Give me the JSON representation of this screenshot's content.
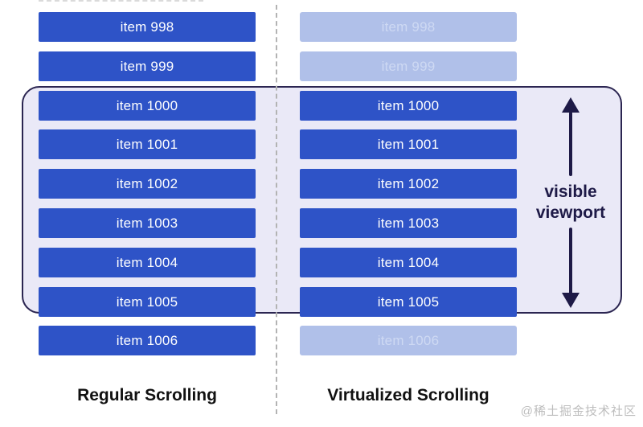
{
  "diagram": {
    "left_column": {
      "title": "Regular Scrolling",
      "items": [
        {
          "label": "item 998",
          "faded": false
        },
        {
          "label": "item 999",
          "faded": false
        },
        {
          "label": "item 1000",
          "faded": false
        },
        {
          "label": "item 1001",
          "faded": false
        },
        {
          "label": "item 1002",
          "faded": false
        },
        {
          "label": "item 1003",
          "faded": false
        },
        {
          "label": "item 1004",
          "faded": false
        },
        {
          "label": "item 1005",
          "faded": false
        },
        {
          "label": "item 1006",
          "faded": false
        }
      ]
    },
    "right_column": {
      "title": "Virtualized Scrolling",
      "items": [
        {
          "label": "item 998",
          "faded": true
        },
        {
          "label": "item 999",
          "faded": true
        },
        {
          "label": "item 1000",
          "faded": false
        },
        {
          "label": "item 1001",
          "faded": false
        },
        {
          "label": "item 1002",
          "faded": false
        },
        {
          "label": "item 1003",
          "faded": false
        },
        {
          "label": "item 1004",
          "faded": false
        },
        {
          "label": "item 1005",
          "faded": false
        },
        {
          "label": "item 1006",
          "faded": true
        }
      ]
    },
    "viewport_label": {
      "line1": "visible",
      "line2": "viewport"
    },
    "watermark": "@稀土掘金技术社区",
    "colors": {
      "bar_blue": "#2e53c7",
      "bar_text": "#ffffff",
      "bar_faded": "#b0c0e9",
      "bar_faded_text": "#ced9f3",
      "viewport_fill": "#eae9f7",
      "viewport_border": "#2b2551",
      "arrow": "#1e1a47",
      "divider": "#b3b3b3",
      "title_text": "#111111",
      "watermark_text": "#bdbdbd"
    }
  }
}
